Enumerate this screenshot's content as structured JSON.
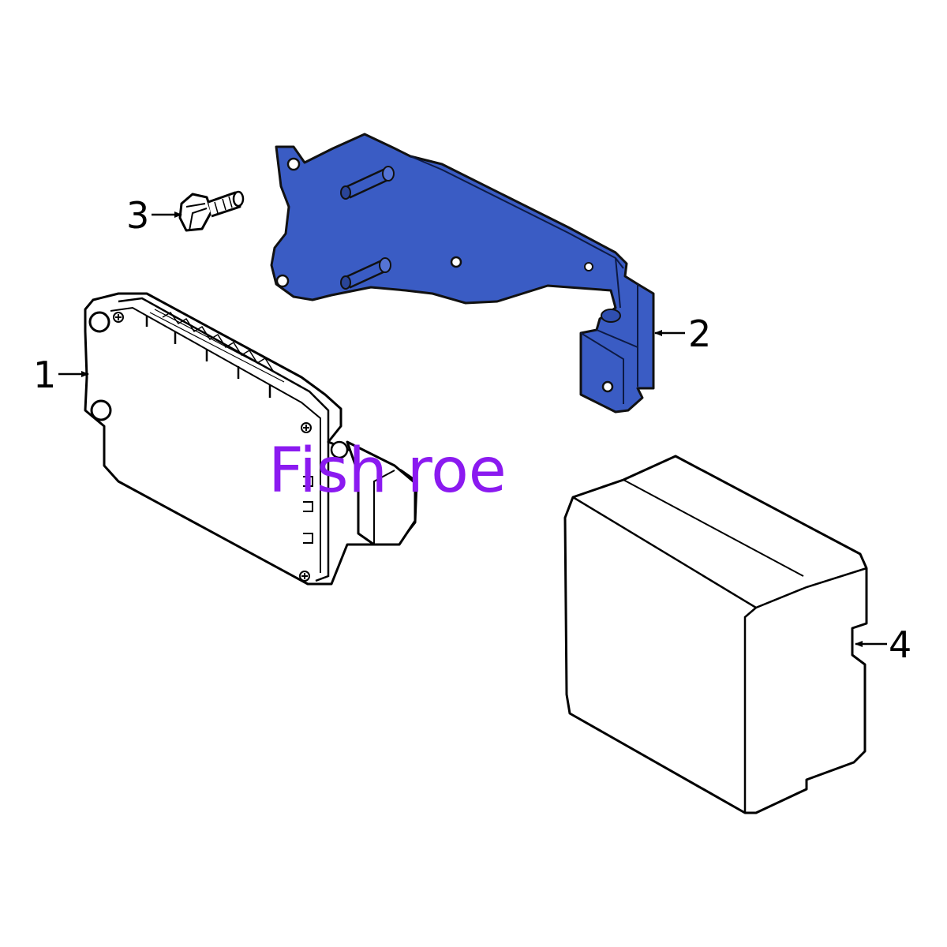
{
  "diagram": {
    "colors": {
      "line": "#000000",
      "highlight_fill": "#3a5cc4",
      "watermark": "#8b1af0",
      "background": "#ffffff"
    },
    "parts": [
      {
        "callout": "1",
        "depiction": "control module"
      },
      {
        "callout": "2",
        "depiction": "mounting bracket",
        "highlighted": true
      },
      {
        "callout": "3",
        "depiction": "bolt"
      },
      {
        "callout": "4",
        "depiction": "cover"
      }
    ],
    "watermark": "Fish roe"
  }
}
